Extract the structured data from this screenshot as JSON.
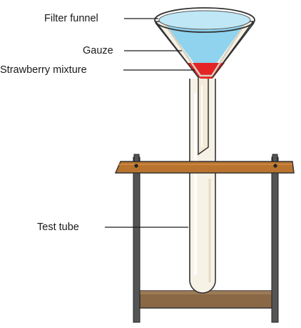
{
  "labels": {
    "filter_funnel": "Filter funnel",
    "gauze": "Gauze",
    "strawberry_mixture": "Strawberry mixture",
    "test_tube": "Test tube"
  },
  "colors": {
    "funnel_liquid": "#8fd3ee",
    "strawberry_mixture": "#e52425",
    "wooden_shelf": "#b8742e",
    "wooden_base": "#8a6845",
    "metal_rod": "#444444",
    "glass_tint": "#f3ebd7",
    "outline": "#333333"
  }
}
